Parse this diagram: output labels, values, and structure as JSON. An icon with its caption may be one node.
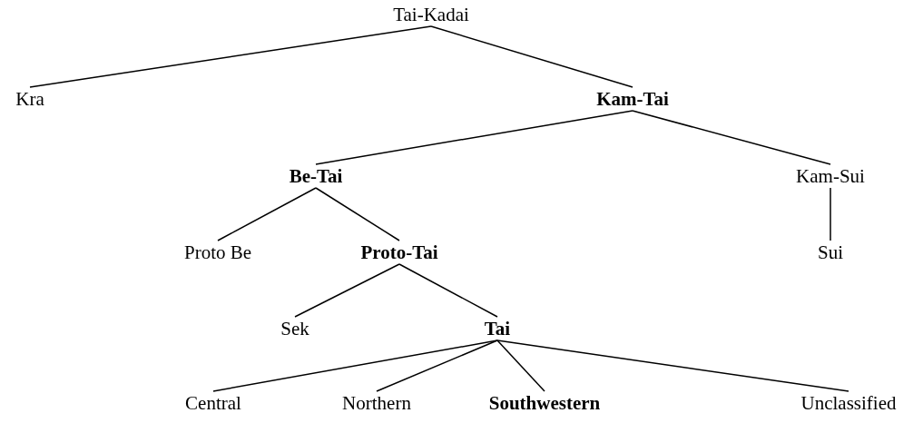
{
  "diagram": {
    "nodes": [
      {
        "text": [
          "Tai-Kadai"
        ]
      },
      {
        "text": [
          "Kra"
        ]
      },
      {
        "text": [
          "Kam-Tai"
        ]
      },
      {
        "text": [
          "Be-Tai"
        ]
      },
      {
        "text": [
          "Kam-Sui"
        ]
      },
      {
        "text": [
          "Proto Be"
        ]
      },
      {
        "text": [
          "Proto-Tai"
        ]
      },
      {
        "text": [
          "Sui"
        ]
      },
      {
        "text": [
          "Sek"
        ]
      },
      {
        "text": [
          "Tai"
        ]
      },
      {
        "text": [
          "Central"
        ]
      },
      {
        "text": [
          "Northern"
        ]
      },
      {
        "text": [
          "Southwestern"
        ]
      },
      {
        "text": [
          "Unclassified"
        ]
      }
    ],
    "edges": [
      {
        "from": 0,
        "to": 1,
        "arrow": "none"
      },
      {
        "from": 0,
        "to": 2,
        "arrow": "none"
      },
      {
        "from": 2,
        "to": 3,
        "arrow": "none"
      },
      {
        "from": 2,
        "to": 4,
        "arrow": "none"
      },
      {
        "from": 3,
        "to": 5,
        "arrow": "none"
      },
      {
        "from": 3,
        "to": 6,
        "arrow": "none"
      },
      {
        "from": 4,
        "to": 7,
        "arrow": "none"
      },
      {
        "from": 6,
        "to": 8,
        "arrow": "none"
      },
      {
        "from": 6,
        "to": 9,
        "arrow": "none"
      },
      {
        "from": 9,
        "to": 10,
        "arrow": "none"
      },
      {
        "from": 9,
        "to": 11,
        "arrow": "none"
      },
      {
        "from": 9,
        "to": 12,
        "arrow": "none"
      },
      {
        "from": 9,
        "to": 13,
        "arrow": "none"
      }
    ]
  }
}
